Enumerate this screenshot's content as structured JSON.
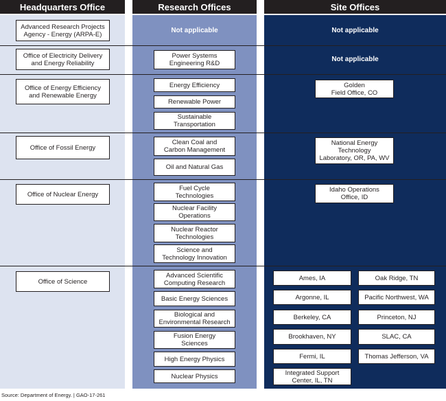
{
  "headers": {
    "headquarters": "Headquarters Office",
    "research": "Research Offices",
    "site": "Site Offices"
  },
  "colors": {
    "header_bg": "#231f20",
    "hq_column": "#dde3f0",
    "research_column": "#7f91c0",
    "site_column": "#0f2c5c"
  },
  "rows": [
    {
      "hq": "Advanced Research Projects\nAgency - Energy (ARPA-E)",
      "research_na": "Not applicable",
      "site_na": "Not applicable"
    },
    {
      "hq": "Office of Electricity Delivery\nand Energy Reliability",
      "research": [
        "Power Systems\nEngineering R&D"
      ],
      "site_na": "Not applicable"
    },
    {
      "hq": "Office of Energy Efficiency\nand Renewable Energy",
      "research": [
        "Energy Efficiency",
        "Renewable Power",
        "Sustainable\nTransportation"
      ],
      "site": [
        "Golden\nField Office, CO"
      ]
    },
    {
      "hq": "Office of Fossil Energy",
      "research": [
        "Clean Coal and\nCarbon Management",
        "Oil and Natural Gas"
      ],
      "site": [
        "National Energy\nTechnology\nLaboratory, OR, PA, WV"
      ]
    },
    {
      "hq": "Office of Nuclear Energy",
      "research": [
        "Fuel Cycle\nTechnologies",
        "Nuclear Facility\nOperations",
        "Nuclear Reactor\nTechnologies",
        "Science and\nTechnology Innovation"
      ],
      "site": [
        "Idaho Operations\nOffice, ID"
      ]
    },
    {
      "hq": "Office of Science",
      "research": [
        "Advanced Scientific\nComputing Research",
        "Basic Energy Sciences",
        "Biological and\nEnvironmental Research",
        "Fusion Energy\nSciences",
        "High Energy Physics",
        "Nuclear Physics"
      ],
      "site": [
        "Ames, IA",
        "Oak Ridge, TN",
        "Argonne, IL",
        "Pacific Northwest, WA",
        "Berkeley, CA",
        "Princeton, NJ",
        "Brookhaven, NY",
        "SLAC, CA",
        "Fermi, IL",
        "Thomas Jefferson, VA",
        "Integrated Support\nCenter, IL, TN"
      ]
    }
  ],
  "source": "Source: Department of Energy.  |  GAO-17-261"
}
